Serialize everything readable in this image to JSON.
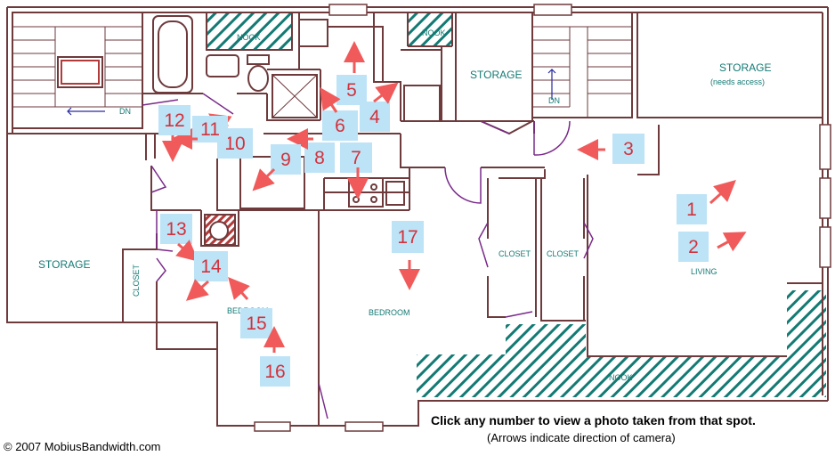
{
  "rooms": {
    "nook_top": "NOOK",
    "nook_small": "NOOK",
    "storage_mid": "STORAGE",
    "storage_right": "STORAGE",
    "storage_right_note": "(needs access)",
    "storage_left": "STORAGE",
    "closet_left": "CLOSET",
    "closet_mid": "CLOSET",
    "closet_right": "CLOSET",
    "bedroom_left": "BEDROOM",
    "bedroom_mid": "BEDROOM",
    "living": "LIVING",
    "nook_bottom": "NOOK",
    "stair_dn_left": "DN",
    "stair_dn_right": "DN"
  },
  "spots": [
    "1",
    "2",
    "3",
    "4",
    "5",
    "6",
    "7",
    "8",
    "9",
    "10",
    "11",
    "12",
    "13",
    "14",
    "15",
    "16",
    "17"
  ],
  "footer": {
    "instruction": "Click any number to view a photo taken from that spot.",
    "note": "(Arrows indicate direction of camera)",
    "copyright": "© 2007 MobiusBandwidth.com"
  },
  "colors": {
    "wall": "#6e3a3c",
    "room_label": "#137a74",
    "spot_box": "#bde3f6",
    "spot_number": "#d2323c",
    "arrow": "#f05a5a",
    "hatch": "#137a74",
    "door": "#7a2a8a"
  }
}
